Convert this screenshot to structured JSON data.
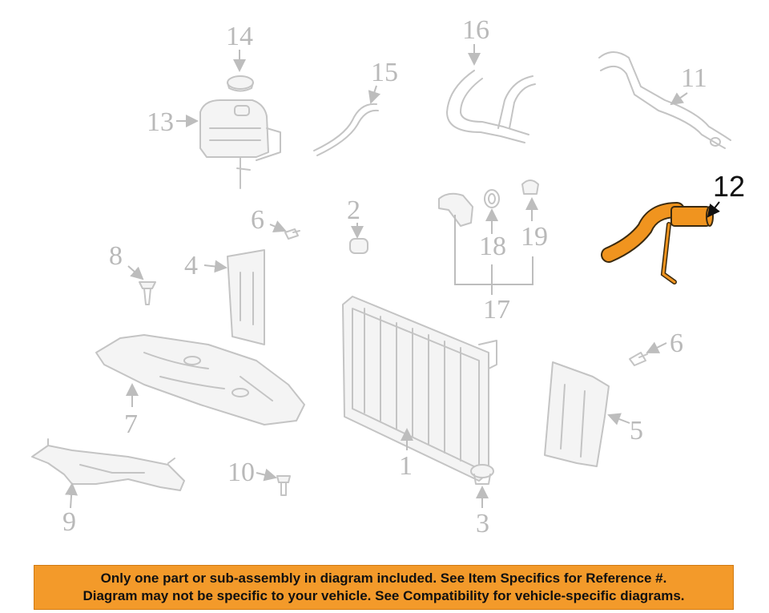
{
  "diagram": {
    "callouts": [
      "1",
      "2",
      "3",
      "4",
      "5",
      "6",
      "6",
      "7",
      "8",
      "9",
      "10",
      "11",
      "12",
      "13",
      "14",
      "15",
      "16",
      "17",
      "18",
      "19"
    ],
    "highlighted_callout": "12",
    "highlight_color": "#f0941f"
  },
  "notice": {
    "line1": "Only one part or sub-assembly in diagram included. See Item Specifics for Reference #.",
    "line2": "Diagram may not be specific to your vehicle. See Compatibility for vehicle-specific diagrams.",
    "background_color": "#f39a2a"
  }
}
